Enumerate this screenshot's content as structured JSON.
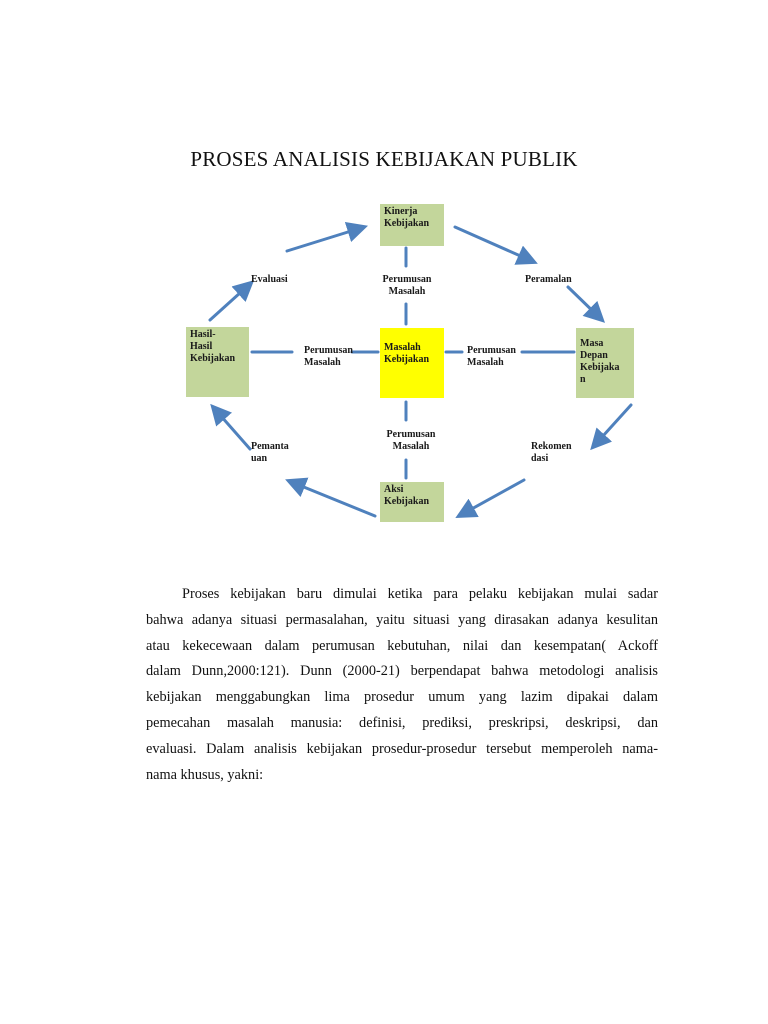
{
  "title": "PROSES ANALISIS KEBIJAKAN PUBLIK",
  "diagram": {
    "nodes": {
      "kinerja": "Kinerja\nKebijakan",
      "hasil": "Hasil-\nHasil\nKebijakan",
      "masalah": "Masalah\nKebijakan",
      "masa_depan": "Masa\nDepan\nKebijaka\nn",
      "aksi": "Aksi\nKebijakan"
    },
    "labels": {
      "top_center": "Perumusan\nMasalah",
      "left_center": "Perumusan\nMasalah",
      "right_center": "Perumusan\nMasalah",
      "bottom_center": "Perumusan\nMasalah",
      "evaluasi": "Evaluasi",
      "peramalan": "Peramalan",
      "rekomendasi": "Rekomen\ndasi",
      "pemantauan": "Pemanta\nuan"
    },
    "colors": {
      "problem_box": "#ffff00",
      "node_box": "#c3d69b",
      "arrow": "#4f81bd"
    }
  },
  "paragraph": {
    "lines": [
      "Proses kebijakan baru dimulai ketika para pelaku kebijakan mulai sadar",
      "bahwa adanya situasi permasalahan, yaitu situasi yang dirasakan adanya kesulitan",
      "atau kekecewaan dalam perumusan kebutuhan, nilai dan kesempatan( Ackoff",
      "dalam Dunn,2000:121). Dunn (2000-21) berpendapat bahwa metodologi analisis",
      "kebijakan menggabungkan lima prosedur umum yang lazim dipakai dalam",
      "pemecahan masalah manusia: definisi, prediksi, preskripsi, deskripsi, dan",
      "evaluasi. Dalam analisis kebijakan prosedur-prosedur tersebut memperoleh nama-",
      "nama khusus, yakni:"
    ]
  }
}
